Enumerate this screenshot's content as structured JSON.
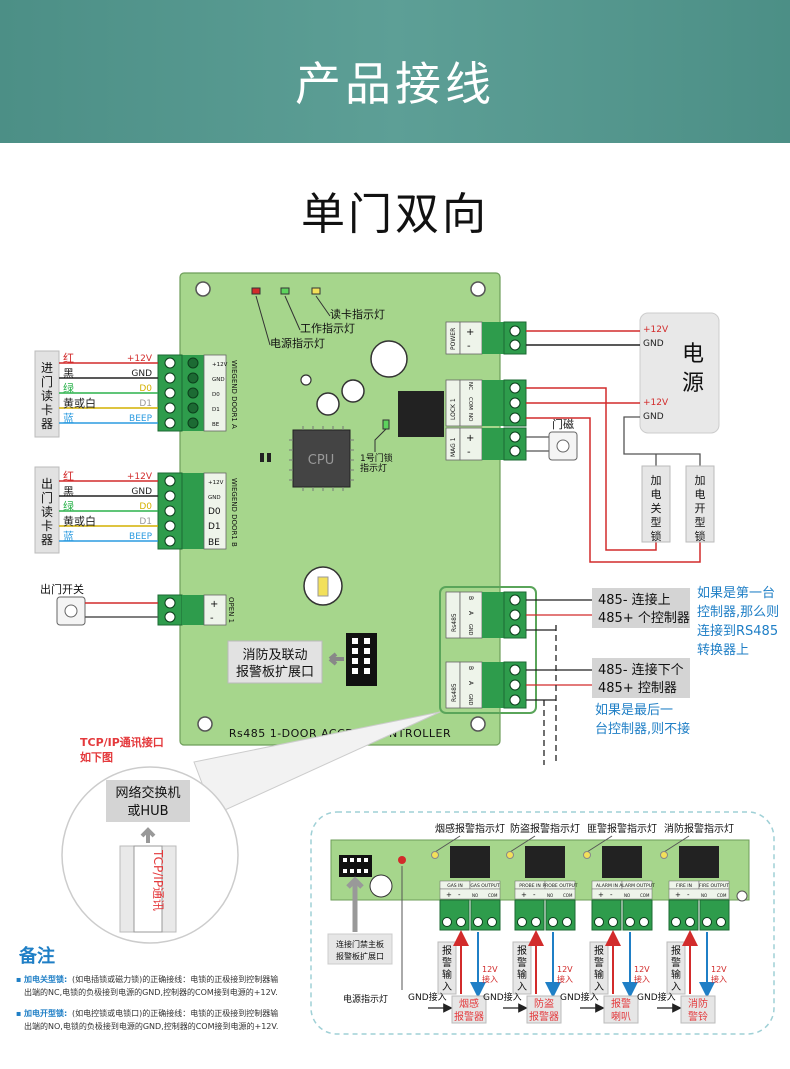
{
  "header": {
    "title": "产品接线"
  },
  "subtitle": "单门双向",
  "board": {
    "name": "Rs485 1-DOOR ACCESS CONTROLLER",
    "cpu": "CPU",
    "led_labels": [
      "读卡指示灯",
      "工作指示灯",
      "电源指示灯"
    ],
    "lock_led": [
      "1号门锁",
      "指示灯"
    ],
    "terminals": {
      "power": "POWER",
      "lock": "LOCK 1",
      "mag": "MAG 1",
      "wiegand_a": "WIEGEND DOOR1 A",
      "wiegand_b": "WIEGEND DOOR1 B",
      "open": "OPEN 1",
      "rs485": "Rs485"
    },
    "pins": {
      "plus": "+",
      "minus": "-",
      "nc": "NC",
      "com": "COM",
      "no": "NO",
      "gnd": "GND",
      "a": "A",
      "b": "B",
      "w_pins_a": [
        "+12V",
        "GND",
        "D0",
        "D1",
        "BE"
      ],
      "w_pins_b": [
        "+12V",
        "GND",
        "D0",
        "D1",
        "BE"
      ]
    }
  },
  "readers": {
    "in_label": "进门读卡器",
    "out_label": "出门读卡器",
    "wire_colors": [
      "红",
      "黑",
      "绿",
      "黄或白",
      "蓝"
    ],
    "signals": [
      "+12V",
      "GND",
      "D0",
      "D1",
      "BEEP"
    ]
  },
  "exit_switch": "出门开关",
  "door_magnet": "门磁",
  "power_supply": {
    "label": [
      "电",
      "源"
    ],
    "v12": "+12V",
    "gnd": "GND"
  },
  "locks": {
    "off_type": [
      "加",
      "电",
      "关",
      "型",
      "锁"
    ],
    "on_type": [
      "加",
      "电",
      "开",
      "型",
      "锁"
    ]
  },
  "rs485": {
    "upper": [
      "485-  连接上",
      "485+  个控制器"
    ],
    "lower": [
      "485-  连接下个",
      "485+  控制器"
    ],
    "note_first": [
      "如果是第一台",
      "控制器,那么则",
      "连接到RS485",
      "转换器上"
    ],
    "note_last": [
      "如果是最后一",
      "台控制器,则不接"
    ]
  },
  "fire_ext": [
    "消防及联动",
    "报警板扩展口"
  ],
  "tcpip": {
    "title": [
      "TCP/IP通讯接口",
      "如下图"
    ],
    "hub": [
      "网络交换机",
      "或HUB"
    ],
    "cable": "TCP/IP通讯"
  },
  "alarm_board": {
    "indicator_labels": [
      "烟感报警指示灯",
      "防盗报警指示灯",
      "匪警报警指示灯",
      "消防报警指示灯"
    ],
    "terminal_names": [
      "GAS IN",
      "GAS OUTPUT",
      "PROBE IN",
      "PROBE OUTPUT",
      "ALARM IN",
      "ALARM OUTPUT",
      "FIRE IN",
      "FIRE OUTPUT"
    ],
    "connect_label": [
      "连接门禁主板",
      "报警板扩展口"
    ],
    "power_led": "电源指示灯",
    "alarm_input": [
      "报",
      "警",
      "输",
      "入"
    ],
    "v12_in": [
      "12V",
      "接入"
    ],
    "gnd_in": "GND接入",
    "devices": [
      [
        "烟感",
        "报警器"
      ],
      [
        "防盗",
        "报警器"
      ],
      [
        "报警",
        "喇叭"
      ],
      [
        "消防",
        "警铃"
      ]
    ]
  },
  "notes": {
    "title": "备注",
    "items": [
      {
        "head": "加电关型锁:",
        "body": "(如电插锁或磁力锁)的正确接线：电锁的正极接到控制器输",
        "body2": "出端的NC,电锁的负极接到电源的GND,控制器的COM接到电源的+12V."
      },
      {
        "head": "加电开型锁:",
        "body": "(如电控锁或电锁口)的正确接线：电锁的正极接到控制器输",
        "body2": "出端的NO,电锁的负极接到电源的GND,控制器的COM接到电源的+12V."
      }
    ]
  },
  "colors": {
    "header": "#5a9c93",
    "board": "#a6d68c",
    "terminal": "#2e9c4c",
    "red_wire": "#d22b2b",
    "green_wire": "#2bb24c",
    "yellow_wire": "#d4b100",
    "blue_wire": "#2b9be0",
    "link_blue": "#1f7fc6",
    "accent_red": "#e4393c"
  }
}
